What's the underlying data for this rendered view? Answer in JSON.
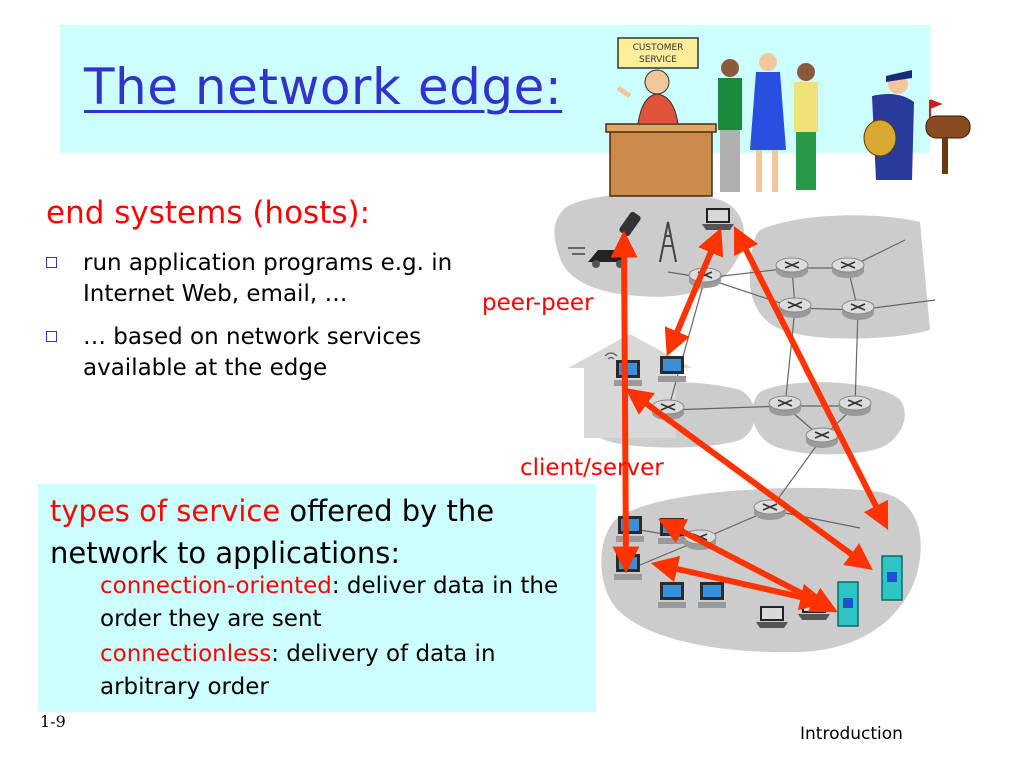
{
  "slide": {
    "title": "The network edge:",
    "subtitle": "end systems (hosts):",
    "bullets": [
      "run application programs e.g. in Internet Web, email, …",
      "… based on network services available at the edge"
    ],
    "service_box": {
      "head_red": "types of service",
      "head_rest": " offered by the network to applications:",
      "items": [
        {
          "term": "connection-oriented",
          "desc": ": deliver data in the order they are sent"
        },
        {
          "term": "connectionless",
          "desc": ": delivery of data in arbitrary order"
        }
      ]
    },
    "page_number": "1-9",
    "footer": "Introduction"
  },
  "diagram": {
    "sign_line1": "CUSTOMER",
    "sign_line2": "SERVICE",
    "peer_label": "peer-peer",
    "client_server_label": "client/server"
  },
  "colors": {
    "title": "#3333cc",
    "accent_red": "#ff0000",
    "box_bg": "#ccffff",
    "arrow": "#ff3300",
    "cloud": "#cccccc"
  }
}
